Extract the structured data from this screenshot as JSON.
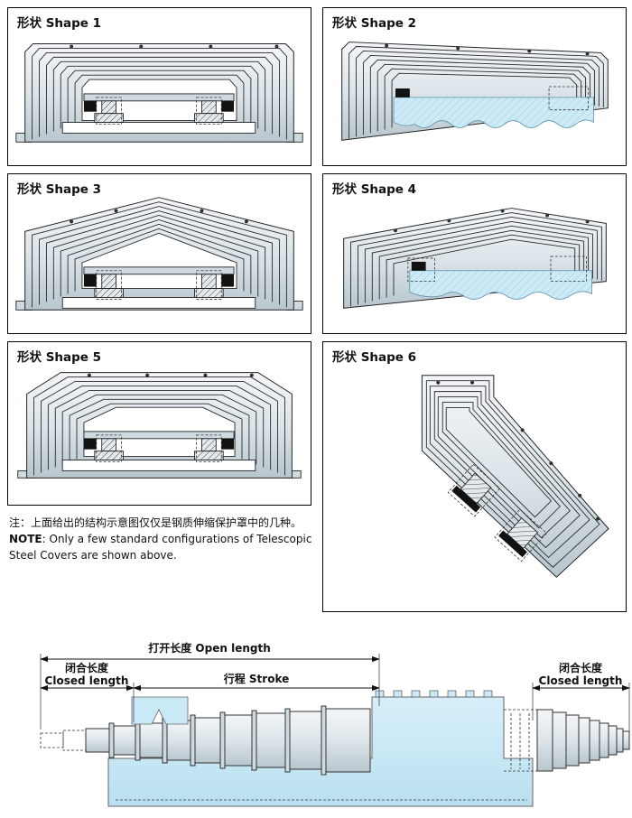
{
  "panels": [
    {
      "title": "形状 Shape 1"
    },
    {
      "title": "形状 Shape 2"
    },
    {
      "title": "形状 Shape 3"
    },
    {
      "title": "形状 Shape 4"
    },
    {
      "title": "形状 Shape 5"
    },
    {
      "title": "形状 Shape 6"
    }
  ],
  "note": {
    "zh": "注：上面给出的结构示意图仅仅是钢质伸缩保护罩中的几种。",
    "en_bold": "NOTE",
    "en_rest": ": Only a few standard configurations of Telescopic Steel Covers are shown above."
  },
  "dimensions": {
    "open_length": "打开长度 Open length",
    "closed_length_zh": "闭合长度",
    "closed_length_en": "Closed length",
    "stroke": "行程 Stroke"
  },
  "colors": {
    "line": "#1a1a1a",
    "metal": "#dce4e9",
    "bed_blue": "#c9e9f6",
    "black_pad": "#111111"
  }
}
